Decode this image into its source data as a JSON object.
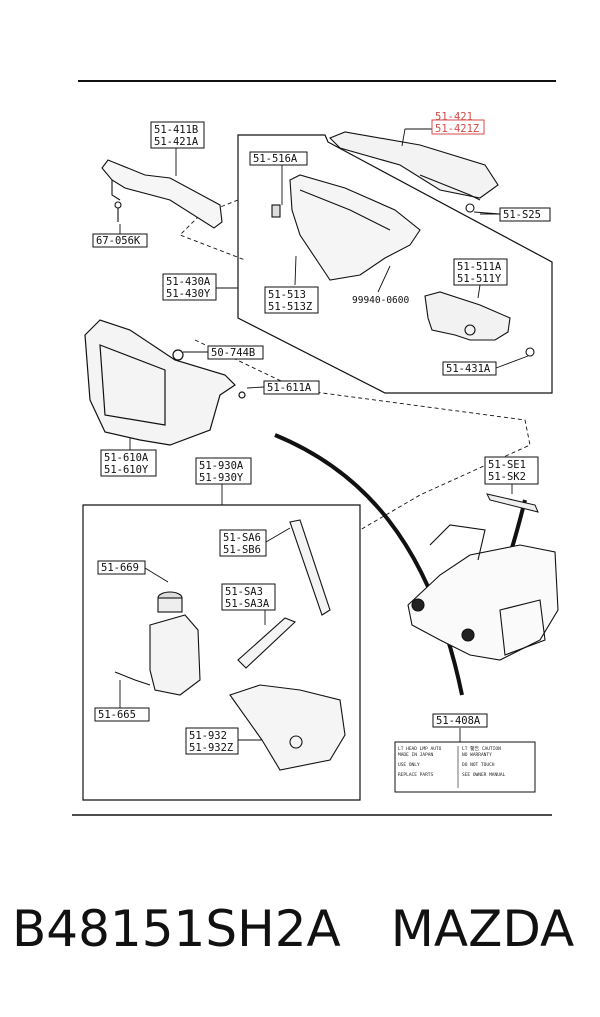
{
  "labels": {
    "l_51_411": [
      "51-411B",
      "51-421A"
    ],
    "l_67_056": "67-056K",
    "l_51_421": [
      "51-421",
      "51-421Z"
    ],
    "l_51_516": "51-516A",
    "l_51_s25": "51-S25",
    "l_51_430": [
      "51-430A",
      "51-430Y"
    ],
    "l_51_513": [
      "51-513",
      "51-513Z"
    ],
    "l_99940": "99940-0600",
    "l_51_511": [
      "51-511A",
      "51-511Y"
    ],
    "l_50_744": "50-744B",
    "l_51_431": "51-431A",
    "l_51_611": "51-611A",
    "l_51_610": [
      "51-610A",
      "51-610Y"
    ],
    "l_51_930": [
      "51-930A",
      "51-930Y"
    ],
    "l_51_se1": [
      "51-SE1",
      "51-SK2"
    ],
    "l_51_sa6": [
      "51-SA6",
      "51-SB6"
    ],
    "l_51_669": "51-669",
    "l_51_sa3": [
      "51-SA3",
      "51-SA3A"
    ],
    "l_51_665": "51-665",
    "l_51_932": [
      "51-932",
      "51-932Z"
    ],
    "l_51_408": "51-408A"
  },
  "caption": {
    "part_number": "B48151SH2A",
    "brand": "MAZDA"
  },
  "colors": {
    "line": "#111111",
    "highlight": "#d84a4a"
  }
}
